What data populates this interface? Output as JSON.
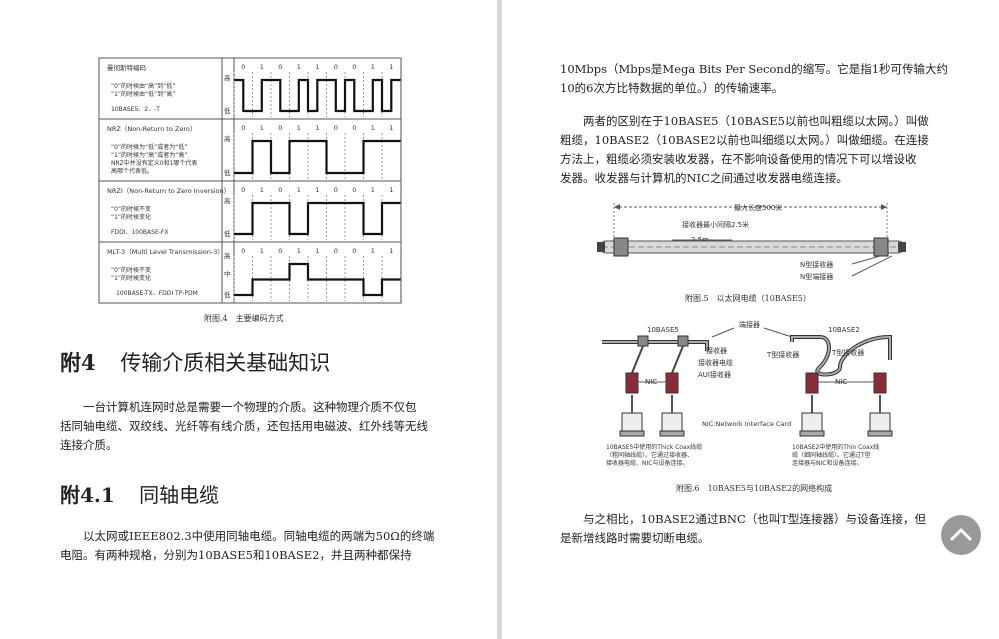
{
  "left": {
    "encoding_figure": {
      "rows": [
        {
          "title": "曼彻斯特编码",
          "desc": [
            "“0”的时候由“高”到“低”",
            "“1”的时候由“低”到“高”"
          ],
          "std": "10BASE5、2、-T",
          "levels": [
            "高",
            "低"
          ]
        },
        {
          "title": "NRZ（Non-Return to Zero）",
          "desc": [
            "“0”的时候为“低”或者为“低”",
            "“1”的时候为“高”或者为“高”",
            "NRZ中并没有定义0和1哪个代表",
            "高哪个代表低。"
          ],
          "std": "",
          "levels": [
            "高",
            "低"
          ]
        },
        {
          "title": "NRZI（Non-Return to Zero Inversion）",
          "desc": [
            "“0”的时候不变",
            "“1”的时候变化"
          ],
          "std": "FDDI、100BASE-FX",
          "levels": [
            "高",
            "低"
          ]
        },
        {
          "title": "MLT-3（Multi Level Transmission-3）",
          "desc": [
            "“0”的时候不变",
            "“1”的时候变化"
          ],
          "std": "100BASE-TX、FDDI TP-PDM",
          "levels": [
            "高",
            "中",
            "低"
          ]
        }
      ],
      "bits": [
        "0",
        "1",
        "0",
        "1",
        "1",
        "0",
        "0",
        "1",
        "1"
      ],
      "caption": "附图.4　主要编码方式"
    },
    "heading": {
      "num": "附4",
      "text": "传输介质相关基础知识"
    },
    "intro": [
      "一台计算机连网时总是需要一个物理的介质。这种物理介质不仅包",
      "括同轴电缆、双绞线、光纤等有线介质，还包括用电磁波、红外线等无线",
      "连接介质。"
    ],
    "sub_heading": {
      "num": "附4.1",
      "text": "同轴电缆"
    },
    "coax_para": [
      "以太网或IEEE802.3中使用同轴电缆。同轴电缆的两端为50Ω的终端",
      "电阻。有两种规格，分别为10BASE5和10BASE2，并且两种都保持"
    ]
  },
  "right": {
    "para1": [
      "10Mbps（Mbps是Mega Bits Per Second的缩写。它是指1秒可传输大约",
      "10的6次方比特数据的单位。）的传输速率。"
    ],
    "para2": [
      "两者的区别在于10BASE5（10BASE5以前也叫粗缆以太网。）叫做",
      "粗缆，10BASE2（10BASE2以前也叫细缆以太网。）叫做细缆。在连接",
      "方法上，粗缆必须安装收发器，在不影响设备使用的情况下可以增设收",
      "发器。收发器与计算机的NIC之间通过收发器电缆连接。"
    ],
    "fig5": {
      "max_len": "最大长度500米",
      "min_gap": "接收器最小间隔2.5米",
      "gap": "2.5m",
      "connector": "N型接收器",
      "terminator": "N型端接器",
      "caption": "附图.5　以太网电缆（10BASE5）"
    },
    "fig6": {
      "left_title": "10BASE5",
      "right_title": "10BASE2",
      "terminator": "端接器",
      "labels": [
        "接收器",
        "接收器电缆",
        "AUI接收器"
      ],
      "tconn": "T型接收器",
      "tconn2": "T型接收器",
      "nic": "NIC",
      "nic_card": "NIC:Network Interface Card",
      "left_note": [
        "10BASE5中使用的Thick Coax线缆",
        "（粗同轴线缆）。它通过接收器、",
        "接收器电缆、NIC与设备连接。"
      ],
      "right_note": [
        "10BASE2中使用的Thin Coax线",
        "缆（细同轴线缆）。它通过T型",
        "连接器与NIC和设备连接。"
      ],
      "caption": "附图.6　10BASE5与10BASE2的网络构成"
    },
    "para3": [
      "与之相比，10BASE2通过BNC（也叫T型连接器）与设备连接，但",
      "是新增线路时需要切断电缆。"
    ]
  }
}
